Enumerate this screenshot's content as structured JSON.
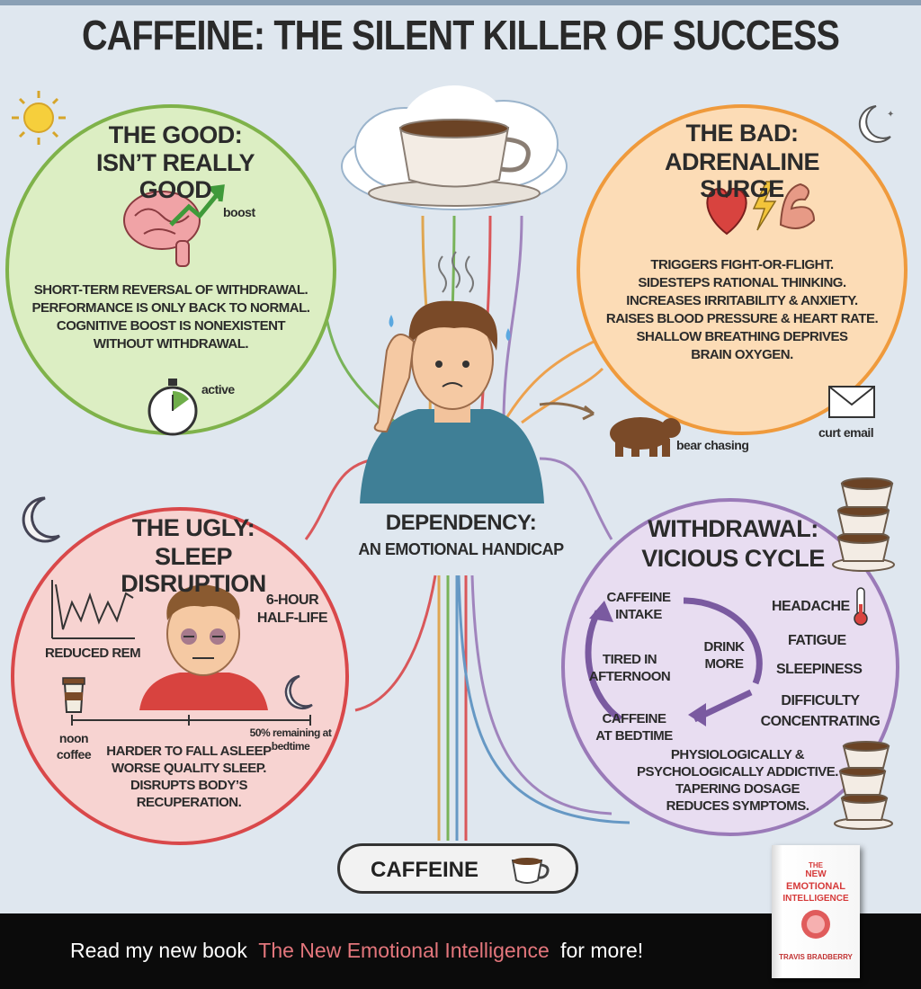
{
  "title": "CAFFEINE: THE SILENT KILLER OF SUCCESS",
  "good": {
    "heading1": "THE GOOD:",
    "heading2": "ISN’T REALLY GOOD",
    "boost_label": "boost",
    "lines": [
      "SHORT-TERM REVERSAL OF WITHDRAWAL.",
      "PERFORMANCE IS ONLY BACK TO NORMAL.",
      "COGNITIVE BOOST IS NONEXISTENT",
      "WITHOUT WITHDRAWAL."
    ],
    "active_label": "active"
  },
  "bad": {
    "heading1": "THE BAD:",
    "heading2": "ADRENALINE SURGE",
    "lines": [
      "TRIGGERS FIGHT-OR-FLIGHT.",
      "SIDESTEPS RATIONAL THINKING.",
      "INCREASES IRRITABILITY & ANXIETY.",
      "RAISES BLOOD PRESSURE & HEART RATE.",
      "SHALLOW BREATHING DEPRIVES",
      "BRAIN OXYGEN."
    ],
    "bear_label": "bear chasing",
    "email_label": "curt email"
  },
  "ugly": {
    "heading1": "THE UGLY:",
    "heading2": "SLEEP DISRUPTION",
    "rem_label": "REDUCED REM",
    "halflife1": "6-HOUR",
    "halflife2": "HALF-LIFE",
    "noon1": "noon",
    "noon2": "coffee",
    "remaining1": "50% remaining at",
    "remaining2": "bedtime",
    "lines": [
      "HARDER TO FALL ASLEEP",
      "WORSE QUALITY SLEEP.",
      "DISRUPTS BODY’S",
      "RECUPERATION."
    ]
  },
  "dependency": {
    "line1": "DEPENDENCY:",
    "line2": "AN EMOTIONAL HANDICAP"
  },
  "withdrawal": {
    "heading1": "WITHDRAWAL:",
    "heading2": "VICIOUS CYCLE",
    "cycle": {
      "intake1": "CAFFEINE",
      "intake2": "INTAKE",
      "drink1": "DRINK",
      "drink2": "MORE",
      "tired1": "TIRED IN",
      "tired2": "AFTERNOON",
      "bed1": "CAFFEINE",
      "bed2": "AT BEDTIME"
    },
    "symptoms": [
      "HEADACHE",
      "FATIGUE",
      "SLEEPINESS",
      "DIFFICULTY",
      "CONCENTRATING"
    ],
    "lines": [
      "PHYSIOLOGICALLY &",
      "PSYCHOLOGICALLY ADDICTIVE.",
      "TAPERING DOSAGE",
      "REDUCES SYMPTOMS."
    ]
  },
  "caffeine_pill": "CAFFEINE",
  "footer": {
    "prefix": "Read my new book",
    "book_title": "The  New Emotional Intelligence",
    "suffix": "for more!"
  },
  "book_cover": {
    "line1": "THE",
    "line2": "NEW",
    "line3": "EMOTIONAL",
    "line4": "INTELLIGENCE",
    "author": "TRAVIS BRADBERRY"
  },
  "colors": {
    "good": "#7fb24a",
    "bad": "#ef9a3c",
    "ugly": "#d9484a",
    "withdrawal": "#9a7ab8"
  }
}
